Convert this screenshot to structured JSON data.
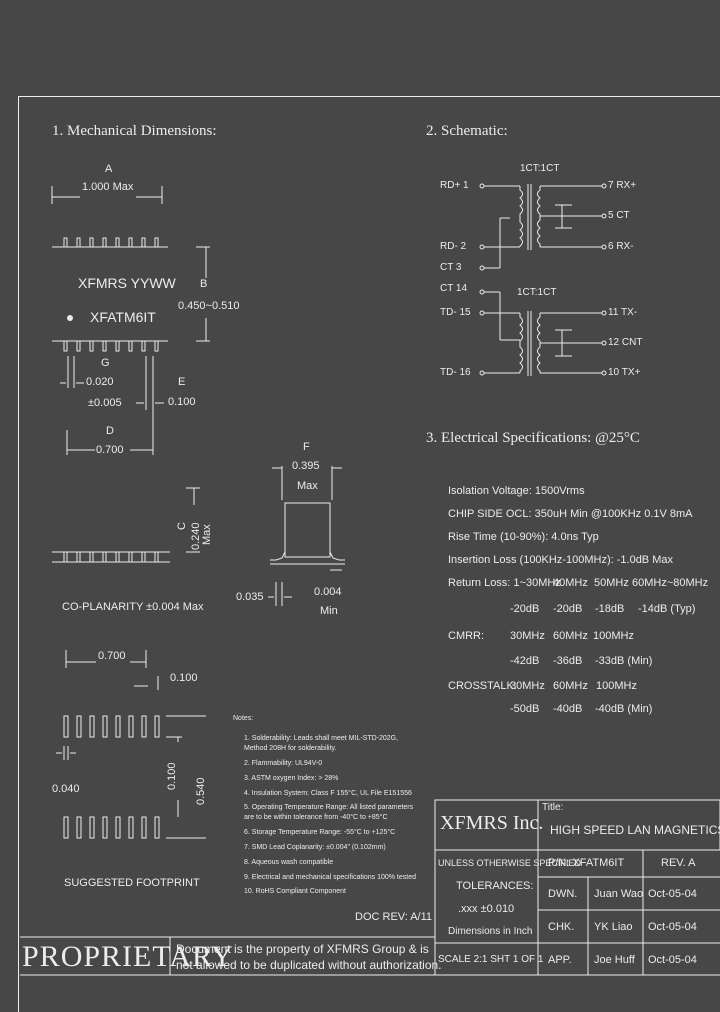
{
  "sections": {
    "mechanical": "1. Mechanical Dimensions:",
    "schematic": "2. Schematic:",
    "electrical": "3. Electrical Specifications: @25°C"
  },
  "mech": {
    "dim_a_letter": "A",
    "dim_a_value": "1.000 Max",
    "dim_b_letter": "B",
    "dim_b_value": "0.450~0.510",
    "marking_brand": "XFMRS YYWW",
    "marking_part": "XFATM6IT",
    "dim_g_letter": "G",
    "dim_g_value1": "0.020",
    "dim_g_value2": "±0.005",
    "dim_e_letter": "E",
    "dim_e_value": "0.100",
    "dim_d_letter": "D",
    "dim_d_value": "0.700",
    "dim_c_letter": "C",
    "dim_c_value": "0.240",
    "dim_c_max": "Max",
    "dim_f_letter": "F",
    "dim_f_value": "0.395",
    "dim_f_max": "Max",
    "dim_h_value": "0.035",
    "dim_i_value": "0.004",
    "dim_i_min": "Min",
    "coplanarity": "CO-PLANARITY ±0.004 Max",
    "fp_width": "0.700",
    "fp_pitch": "0.100",
    "fp_pad": "0.040",
    "fp_row": "0.100",
    "fp_span": "0.540",
    "footprint_label": "SUGGESTED FOOTPRINT"
  },
  "schematic": {
    "ratio_top": "1CT:1CT",
    "ratio_bottom": "1CT:1CT",
    "left_pins": [
      "RD+ 1",
      "RD- 2",
      "CT 3",
      "CT 14",
      "TD- 15",
      "TD- 16"
    ],
    "right_pins": [
      "7 RX+",
      "5 CT",
      "6 RX-",
      "11 TX-",
      "12 CNT",
      "10 TX+"
    ]
  },
  "electrical": {
    "lines": [
      "Isolation Voltage: 1500Vrms",
      "CHIP SIDE OCL: 350uH Min @100KHz 0.1V 8mA",
      "Rise Time (10-90%): 4.0ns Typ",
      "Insertion Loss (100KHz-100MHz): -1.0dB Max"
    ],
    "return_loss_label": "Return Loss: 1~30MHz",
    "return_loss_freqs": [
      "40MHz",
      "50MHz",
      "60MHz~80MHz"
    ],
    "return_loss_values": [
      "-20dB",
      "-20dB",
      "-18dB",
      "-14dB (Typ)"
    ],
    "cmrr_label": "CMRR:",
    "cmrr_freqs": [
      "30MHz",
      "60MHz",
      "100MHz"
    ],
    "cmrr_values": [
      "-42dB",
      "-36dB",
      "-33dB (Min)"
    ],
    "crosstalk_label": "CROSSTALK:",
    "crosstalk_freqs": [
      "30MHz",
      "60MHz",
      "100MHz"
    ],
    "crosstalk_values": [
      "-50dB",
      "-40dB",
      "-40dB (Min)"
    ]
  },
  "notes": {
    "title": "Notes:",
    "items": [
      "1. Solderability: Leads shall meet MIL-STD-202G,",
      "    Method 208H for solderability.",
      "2. Flammability: UL94V-0",
      "3. ASTM oxygen Index: > 28%",
      "4. Insulation System: Class F 155°C, UL File E151556",
      "5. Operating Temperature Range: All listed parameters",
      "    are to be within tolerance from -40°C to +85°C",
      "6. Storage Temperature Range: -55°C to +125°C",
      "7. SMD Lead Coplanarity: ±0.004\" (0.102mm)",
      "8. Aqueous wash compatible",
      "9. Electrical and mechanical specifications 100% tested",
      "10. RoHS Compliant Component"
    ]
  },
  "title_block": {
    "company": "XFMRS Inc.",
    "title_label": "Title:",
    "title": "HIGH SPEED LAN MAGNETICS",
    "tolerance_head": "UNLESS OTHERWISE SPECIFIED",
    "tolerance_label": "TOLERANCES:",
    "tolerance_value": ".xxx ±0.010",
    "tolerance_units": "Dimensions in Inch",
    "pn": "P/N: XFATM6IT",
    "rev": "REV. A",
    "rows": [
      {
        "role": "DWN.",
        "name": "Juan Wao",
        "date": "Oct-05-04"
      },
      {
        "role": "CHK.",
        "name": "YK Liao",
        "date": "Oct-05-04"
      },
      {
        "role": "APP.",
        "name": "Joe Huff",
        "date": "Oct-05-04"
      }
    ],
    "scale": "SCALE 2:1  SHT 1 OF 1",
    "doc_rev": "DOC REV: A/11",
    "proprietary": "PROPRIETARY",
    "legal_line1": "Document is the property of XFMRS Group & is",
    "legal_line2": "not allowed to be duplicated without authorization."
  }
}
